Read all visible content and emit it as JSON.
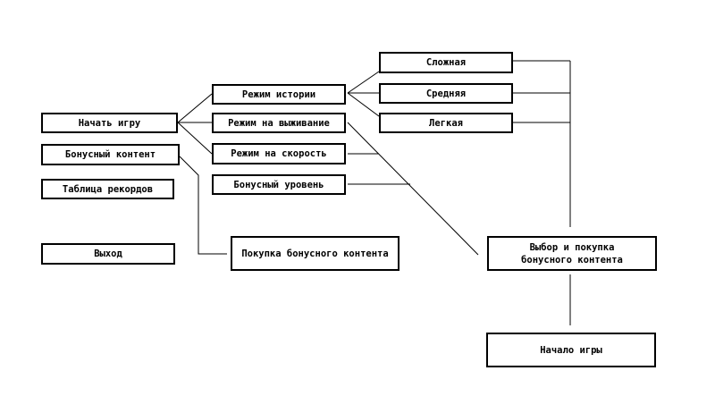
{
  "menu": {
    "start_game": "Начать игру",
    "bonus_content": "Бонусный контент",
    "records_table": "Таблица рекордов",
    "exit": "Выход"
  },
  "modes": {
    "story": "Режим истории",
    "survival": "Режим на выживание",
    "speed": "Режим на скорость",
    "bonus_level": "Бонусный уровень"
  },
  "difficulty": {
    "hard": "Сложная",
    "medium": "Средняя",
    "easy": "Легкая"
  },
  "bonus_purchase": "Покупка бонусного контента",
  "select_purchase": "Выбор и покупка\nбонусного контента",
  "game_start": "Начало игры"
}
